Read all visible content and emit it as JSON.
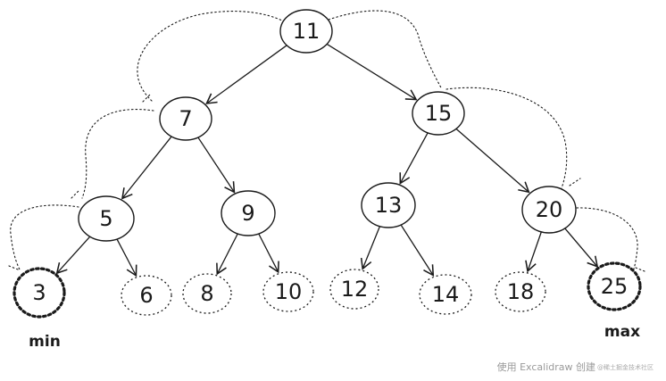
{
  "tree": {
    "nodes": [
      {
        "id": "n11",
        "label": "11",
        "style": "solid"
      },
      {
        "id": "n7",
        "label": "7",
        "style": "solid"
      },
      {
        "id": "n15",
        "label": "15",
        "style": "solid"
      },
      {
        "id": "n5",
        "label": "5",
        "style": "solid"
      },
      {
        "id": "n9",
        "label": "9",
        "style": "solid"
      },
      {
        "id": "n13",
        "label": "13",
        "style": "solid"
      },
      {
        "id": "n20",
        "label": "20",
        "style": "solid"
      },
      {
        "id": "n3",
        "label": "3",
        "style": "bold-dotted"
      },
      {
        "id": "n6",
        "label": "6",
        "style": "dotted"
      },
      {
        "id": "n8",
        "label": "8",
        "style": "dotted"
      },
      {
        "id": "n10",
        "label": "10",
        "style": "dotted"
      },
      {
        "id": "n12",
        "label": "12",
        "style": "dotted"
      },
      {
        "id": "n14",
        "label": "14",
        "style": "dotted"
      },
      {
        "id": "n18",
        "label": "18",
        "style": "dotted"
      },
      {
        "id": "n25",
        "label": "25",
        "style": "bold-dotted"
      }
    ],
    "edges": [
      [
        "n11",
        "n7"
      ],
      [
        "n11",
        "n15"
      ],
      [
        "n7",
        "n5"
      ],
      [
        "n7",
        "n9"
      ],
      [
        "n15",
        "n13"
      ],
      [
        "n15",
        "n20"
      ],
      [
        "n5",
        "n3"
      ],
      [
        "n5",
        "n6"
      ],
      [
        "n9",
        "n8"
      ],
      [
        "n9",
        "n10"
      ],
      [
        "n13",
        "n12"
      ],
      [
        "n13",
        "n14"
      ],
      [
        "n20",
        "n18"
      ],
      [
        "n20",
        "n25"
      ]
    ],
    "min_label": "min",
    "max_label": "max"
  },
  "colors": {
    "stroke": "#1a1a1a",
    "watermark": "#9a9a9a"
  },
  "watermark": {
    "text": "使用 Excalidraw 创建",
    "sub": "@稀土掘金技术社区"
  }
}
